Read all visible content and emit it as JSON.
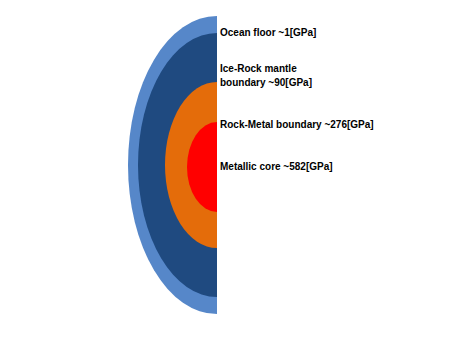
{
  "diagram": {
    "labels": [
      "Ocean floor ~1[GPa]",
      "Ice-Rock mantle boundary ~90[GPa]",
      "Rock-Metal boundary ~276[GPa]",
      "Metallic core ~582[GPa]"
    ]
  }
}
